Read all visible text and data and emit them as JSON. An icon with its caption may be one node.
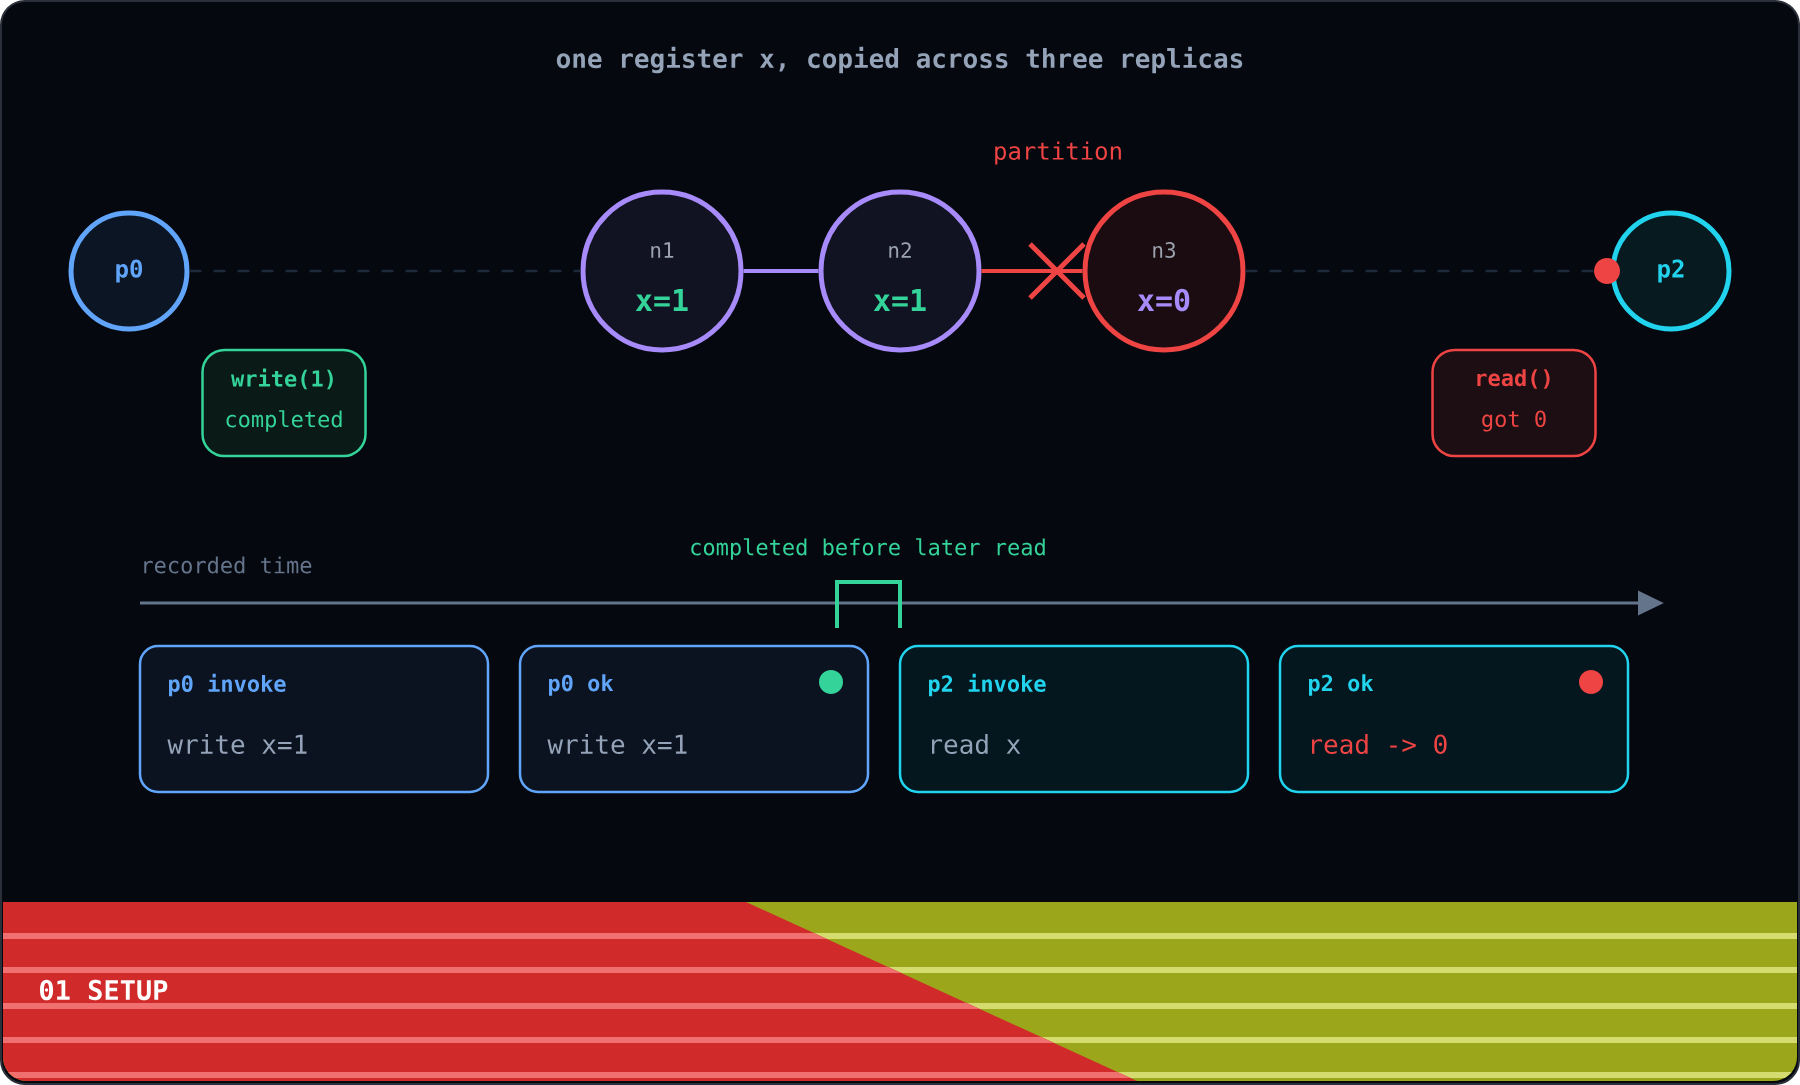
{
  "diagram": {
    "title": "one register x, copied across three replicas",
    "nodes": [
      {
        "text": [
          "p0"
        ]
      },
      {
        "text": [
          "n1",
          "x=1"
        ]
      },
      {
        "text": [
          "n2",
          "x=1"
        ]
      },
      {
        "text": [
          "n3",
          "x=0"
        ]
      },
      {
        "text": [
          "p2"
        ]
      },
      {
        "text": [
          "write(1)",
          "completed"
        ]
      },
      {
        "text": [
          "read()",
          "got 0"
        ]
      },
      {
        "text": [
          "p0 invoke",
          "write x=1"
        ]
      },
      {
        "text": [
          "p0 ok",
          "write x=1"
        ]
      },
      {
        "text": [
          "p2 invoke",
          "read x"
        ]
      },
      {
        "text": [
          "p2 ok",
          "read -> 0"
        ]
      },
      {
        "text": [
          "01 SETUP"
        ]
      }
    ],
    "edges": [
      {
        "from": 0,
        "to": 1,
        "arrow": "none",
        "style": "dashed",
        "color": "#1e293b"
      },
      {
        "from": 1,
        "to": 2,
        "arrow": "none",
        "color": "#a78bfa"
      },
      {
        "from": 2,
        "to": 3,
        "arrow": "none",
        "label": "partition",
        "color": "#ef4444"
      },
      {
        "from": 3,
        "to": 4,
        "arrow": "none",
        "style": "dashed",
        "color": "#1e293b"
      }
    ],
    "labels": [
      "recorded time",
      "completed before later read"
    ]
  }
}
